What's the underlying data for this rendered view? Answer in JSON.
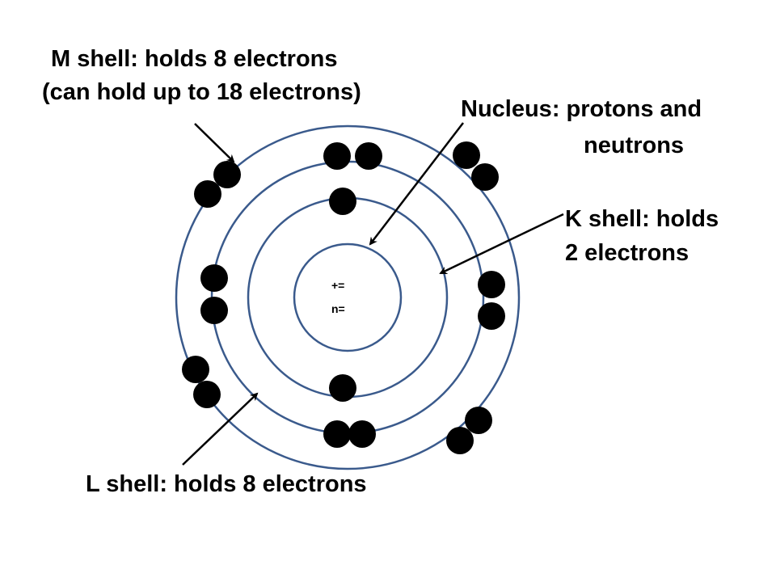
{
  "colors": {
    "shell_stroke": "#3a5a8c",
    "electron_fill": "#000000",
    "text": "#000000",
    "background": "#ffffff"
  },
  "nucleus": {
    "charge_label": "+=",
    "neutron_label": "n="
  },
  "labels": {
    "m_shell_line1": "M shell:  holds 8 electrons",
    "m_shell_line2": "(can hold up to 18 electrons)",
    "nucleus_line1": "Nucleus:  protons and",
    "nucleus_line2": "neutrons",
    "k_shell_line1": "K shell:  holds",
    "k_shell_line2": "2 electrons",
    "l_shell": "L shell: holds 8 electrons"
  }
}
